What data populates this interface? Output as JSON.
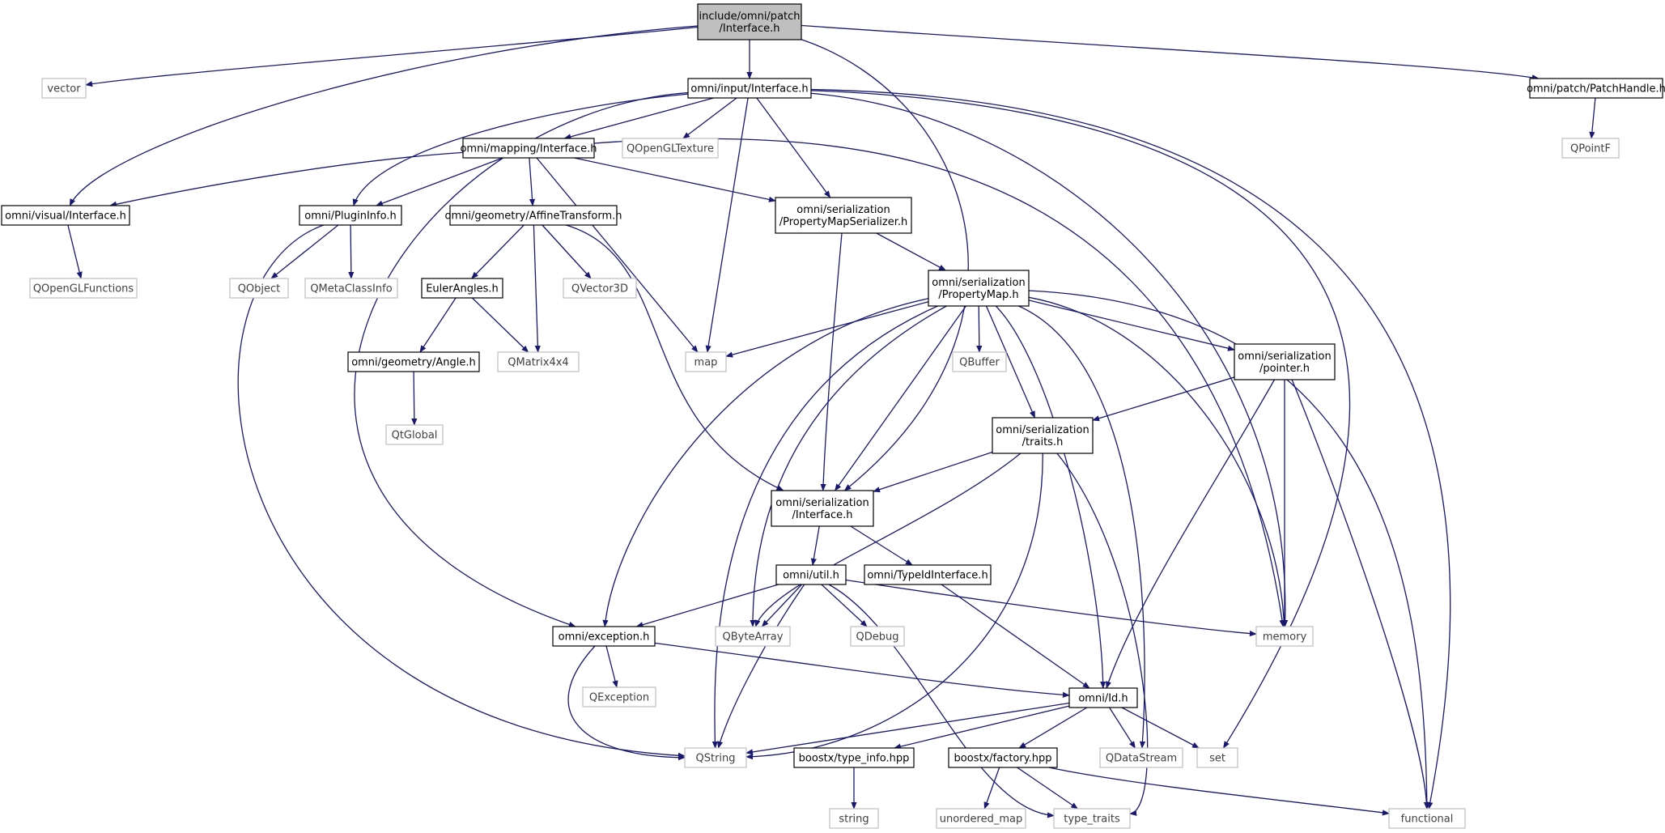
{
  "colors": {
    "edge": "#191970",
    "root_fill": "#bfbfbf",
    "local_border": "#000000",
    "system_border": "#bfbfbf",
    "system_text": "#3f3f3f",
    "text": "#000000"
  },
  "nodes": {
    "root": {
      "lines": [
        "include/omni/patch",
        "/Interface.h"
      ],
      "kind": "root"
    },
    "vector": {
      "lines": [
        "vector"
      ],
      "kind": "system"
    },
    "input_interface": {
      "lines": [
        "omni/input/Interface.h"
      ],
      "kind": "local"
    },
    "patch_handle": {
      "lines": [
        "omni/patch/PatchHandle.h"
      ],
      "kind": "local"
    },
    "qpointf": {
      "lines": [
        "QPointF"
      ],
      "kind": "system"
    },
    "mapping_interface": {
      "lines": [
        "omni/mapping/Interface.h"
      ],
      "kind": "local"
    },
    "qopengltexture": {
      "lines": [
        "QOpenGLTexture"
      ],
      "kind": "system"
    },
    "visual_interface": {
      "lines": [
        "omni/visual/Interface.h"
      ],
      "kind": "local"
    },
    "plugininfo": {
      "lines": [
        "omni/PluginInfo.h"
      ],
      "kind": "local"
    },
    "affinetransform": {
      "lines": [
        "omni/geometry/AffineTransform.h"
      ],
      "kind": "local"
    },
    "pms": {
      "lines": [
        "omni/serialization",
        "/PropertyMapSerializer.h"
      ],
      "kind": "local"
    },
    "qopenglfunctions": {
      "lines": [
        "QOpenGLFunctions"
      ],
      "kind": "system"
    },
    "qobject": {
      "lines": [
        "QObject"
      ],
      "kind": "system"
    },
    "qmetaclassinfo": {
      "lines": [
        "QMetaClassInfo"
      ],
      "kind": "system"
    },
    "eulerangles": {
      "lines": [
        "EulerAngles.h"
      ],
      "kind": "local"
    },
    "qvector3d": {
      "lines": [
        "QVector3D"
      ],
      "kind": "system"
    },
    "propertymap": {
      "lines": [
        "omni/serialization",
        "/PropertyMap.h"
      ],
      "kind": "local"
    },
    "angle": {
      "lines": [
        "omni/geometry/Angle.h"
      ],
      "kind": "local"
    },
    "qmatrix4x4": {
      "lines": [
        "QMatrix4x4"
      ],
      "kind": "system"
    },
    "map": {
      "lines": [
        "map"
      ],
      "kind": "system"
    },
    "qbuffer": {
      "lines": [
        "QBuffer"
      ],
      "kind": "system"
    },
    "pointer": {
      "lines": [
        "omni/serialization",
        "/pointer.h"
      ],
      "kind": "local"
    },
    "qtglobal": {
      "lines": [
        "QtGlobal"
      ],
      "kind": "system"
    },
    "traits": {
      "lines": [
        "omni/serialization",
        "/traits.h"
      ],
      "kind": "local"
    },
    "ser_interface": {
      "lines": [
        "omni/serialization",
        "/Interface.h"
      ],
      "kind": "local"
    },
    "util": {
      "lines": [
        "omni/util.h"
      ],
      "kind": "local"
    },
    "typeidinterface": {
      "lines": [
        "omni/TypeIdInterface.h"
      ],
      "kind": "local"
    },
    "exception": {
      "lines": [
        "omni/exception.h"
      ],
      "kind": "local"
    },
    "qbytearray": {
      "lines": [
        "QByteArray"
      ],
      "kind": "system"
    },
    "qdebug": {
      "lines": [
        "QDebug"
      ],
      "kind": "system"
    },
    "memory": {
      "lines": [
        "memory"
      ],
      "kind": "system"
    },
    "qexception": {
      "lines": [
        "QException"
      ],
      "kind": "system"
    },
    "id": {
      "lines": [
        "omni/Id.h"
      ],
      "kind": "local"
    },
    "qstring": {
      "lines": [
        "QString"
      ],
      "kind": "system"
    },
    "typeinfo": {
      "lines": [
        "boostx/type_info.hpp"
      ],
      "kind": "local"
    },
    "factory": {
      "lines": [
        "boostx/factory.hpp"
      ],
      "kind": "local"
    },
    "qdatastream": {
      "lines": [
        "QDataStream"
      ],
      "kind": "system"
    },
    "set": {
      "lines": [
        "set"
      ],
      "kind": "system"
    },
    "string": {
      "lines": [
        "string"
      ],
      "kind": "system"
    },
    "unordered_map": {
      "lines": [
        "unordered_map"
      ],
      "kind": "system"
    },
    "type_traits": {
      "lines": [
        "type_traits"
      ],
      "kind": "system"
    },
    "functional": {
      "lines": [
        "functional"
      ],
      "kind": "system"
    }
  },
  "edges": [
    [
      "root",
      "vector"
    ],
    [
      "root",
      "input_interface"
    ],
    [
      "root",
      "visual_interface"
    ],
    [
      "root",
      "patch_handle"
    ],
    [
      "root",
      "ser_interface"
    ],
    [
      "patch_handle",
      "qpointf"
    ],
    [
      "input_interface",
      "mapping_interface"
    ],
    [
      "input_interface",
      "qopengltexture"
    ],
    [
      "input_interface",
      "plugininfo"
    ],
    [
      "input_interface",
      "pms"
    ],
    [
      "input_interface",
      "map"
    ],
    [
      "input_interface",
      "exception"
    ],
    [
      "input_interface",
      "memory"
    ],
    [
      "input_interface",
      "set"
    ],
    [
      "input_interface",
      "functional"
    ],
    [
      "mapping_interface",
      "visual_interface"
    ],
    [
      "mapping_interface",
      "plugininfo"
    ],
    [
      "mapping_interface",
      "affinetransform"
    ],
    [
      "mapping_interface",
      "pms"
    ],
    [
      "mapping_interface",
      "map"
    ],
    [
      "mapping_interface",
      "memory"
    ],
    [
      "visual_interface",
      "qopenglfunctions"
    ],
    [
      "plugininfo",
      "qobject"
    ],
    [
      "plugininfo",
      "qmetaclassinfo"
    ],
    [
      "plugininfo",
      "qstring"
    ],
    [
      "affinetransform",
      "eulerangles"
    ],
    [
      "affinetransform",
      "qvector3d"
    ],
    [
      "affinetransform",
      "qmatrix4x4"
    ],
    [
      "affinetransform",
      "ser_interface"
    ],
    [
      "eulerangles",
      "angle"
    ],
    [
      "eulerangles",
      "qmatrix4x4"
    ],
    [
      "angle",
      "qtglobal"
    ],
    [
      "pms",
      "propertymap"
    ],
    [
      "pms",
      "ser_interface"
    ],
    [
      "propertymap",
      "map"
    ],
    [
      "propertymap",
      "qbuffer"
    ],
    [
      "propertymap",
      "pointer"
    ],
    [
      "propertymap",
      "traits"
    ],
    [
      "propertymap",
      "ser_interface"
    ],
    [
      "propertymap",
      "exception"
    ],
    [
      "propertymap",
      "qbytearray"
    ],
    [
      "propertymap",
      "qstring"
    ],
    [
      "propertymap",
      "id"
    ],
    [
      "propertymap",
      "qdatastream"
    ],
    [
      "propertymap",
      "memory"
    ],
    [
      "propertymap",
      "functional"
    ],
    [
      "pointer",
      "traits"
    ],
    [
      "pointer",
      "id"
    ],
    [
      "pointer",
      "memory"
    ],
    [
      "pointer",
      "functional"
    ],
    [
      "traits",
      "ser_interface"
    ],
    [
      "traits",
      "qbytearray"
    ],
    [
      "traits",
      "qstring"
    ],
    [
      "traits",
      "type_traits"
    ],
    [
      "ser_interface",
      "util"
    ],
    [
      "ser_interface",
      "typeidinterface"
    ],
    [
      "util",
      "exception"
    ],
    [
      "util",
      "qbytearray"
    ],
    [
      "util",
      "qdebug"
    ],
    [
      "util",
      "qstring"
    ],
    [
      "util",
      "memory"
    ],
    [
      "util",
      "type_traits"
    ],
    [
      "typeidinterface",
      "id"
    ],
    [
      "exception",
      "qexception"
    ],
    [
      "exception",
      "qstring"
    ],
    [
      "exception",
      "id"
    ],
    [
      "id",
      "qstring"
    ],
    [
      "id",
      "typeinfo"
    ],
    [
      "id",
      "factory"
    ],
    [
      "id",
      "qdatastream"
    ],
    [
      "id",
      "set"
    ],
    [
      "typeinfo",
      "string"
    ],
    [
      "factory",
      "unordered_map"
    ],
    [
      "factory",
      "type_traits"
    ],
    [
      "factory",
      "functional"
    ]
  ]
}
